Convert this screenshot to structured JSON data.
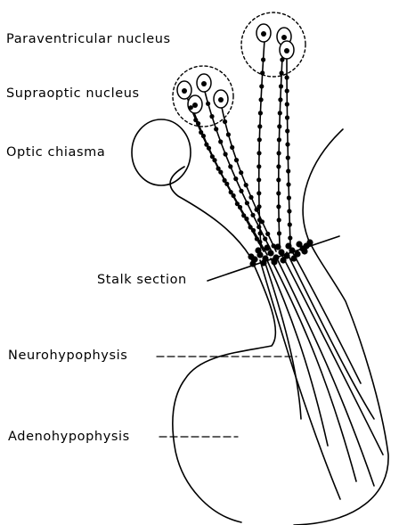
{
  "labels": {
    "paraventricular": "Paraventricular nucleus",
    "supraoptic": "Supraoptic nucleus",
    "optic_chiasma": "Optic chiasma",
    "stalk_section": "Stalk section",
    "neurohypophysis": "Neurohypophysis",
    "adenohypophysis": "Adenohypophysis"
  },
  "colors": {
    "ink": "#000000",
    "background": "#ffffff"
  }
}
